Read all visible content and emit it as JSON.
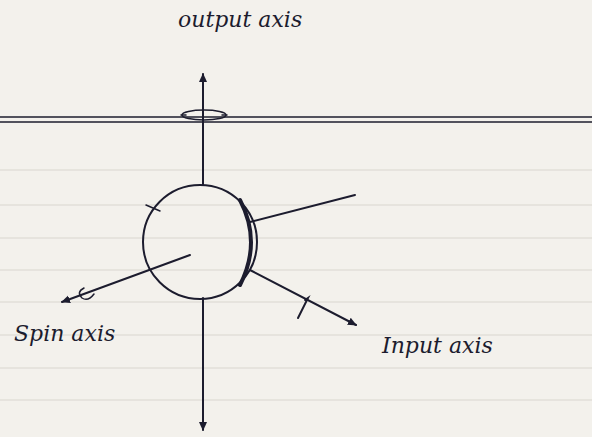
{
  "diagram": {
    "labels": [
      "output axis",
      "Spin axis",
      "Input axis"
    ]
  }
}
